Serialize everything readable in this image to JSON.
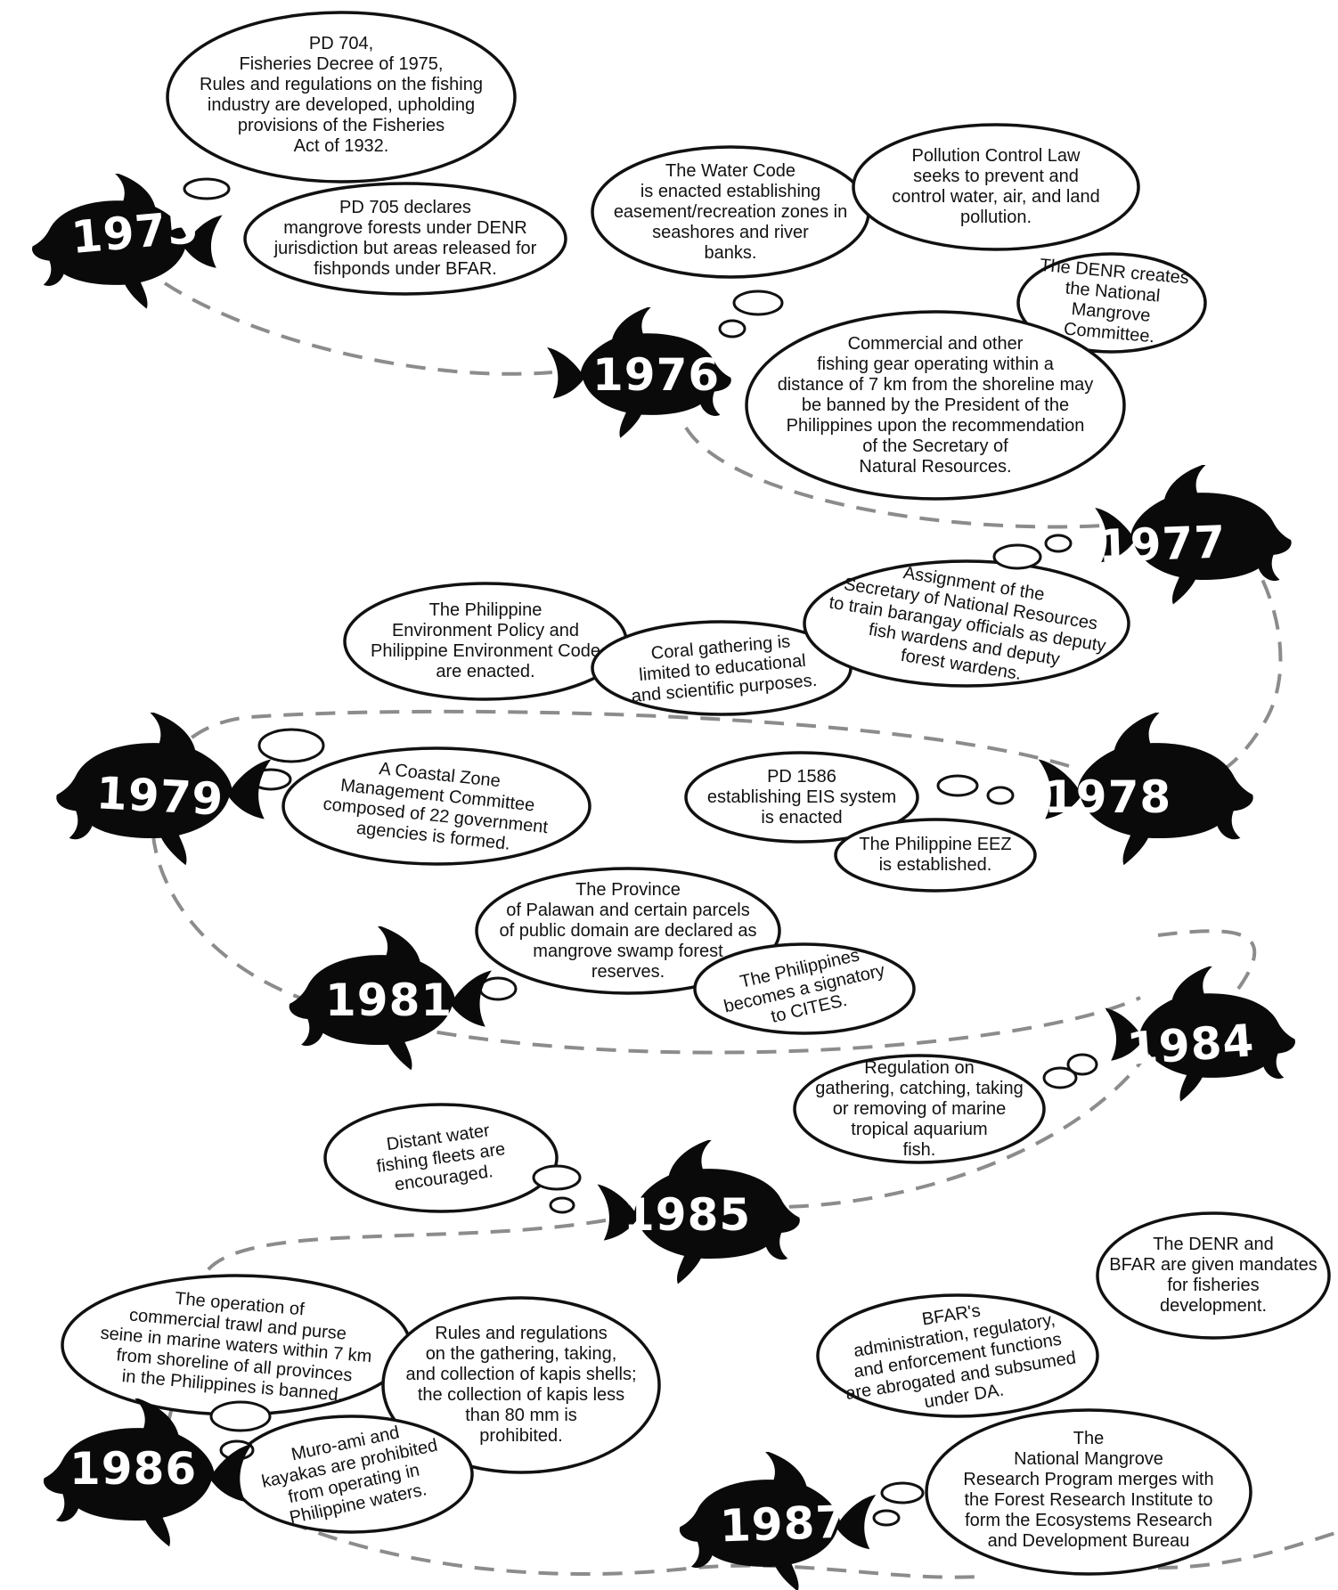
{
  "years": [
    "1975",
    "1976",
    "1977",
    "1978",
    "1979",
    "1981",
    "1984",
    "1985",
    "1986",
    "1987"
  ],
  "events": {
    "e1975a": "PD 704,\nFisheries Decree of 1975,\nRules and regulations on the fishing\nindustry are developed, upholding\nprovisions of the Fisheries\nAct of 1932.",
    "e1975b": "PD 705 declares\nmangrove forests under DENR\njurisdiction but areas released for\nfishponds under BFAR.",
    "e1976a": "The Water Code\nis enacted establishing\neasement/recreation zones in\nseashores and river\nbanks.",
    "e1976b": "Pollution Control Law\nseeks to prevent and\ncontrol water, air, and land\npollution.",
    "e1976c": "The DENR creates\nthe National Mangrove\nCommittee.",
    "e1976d": "Commercial and other\nfishing gear operating within a\ndistance of 7 km from the shoreline may\nbe banned by the President of the\nPhilippines upon the recommendation\nof the Secretary of\nNatural Resources.",
    "e1977a": "The Philippine\nEnvironment Policy and\nPhilippine Environment Code\nare enacted.",
    "e1977b": "Coral gathering is\nlimited to educational\nand scientific purposes.",
    "e1977c": "Assignment of the\nSecretary of National Resources\nto train barangay officials as deputy\nfish wardens and deputy\nforest wardens.",
    "e1979a": "A Coastal Zone\nManagement Committee\ncomposed of 22 government\nagencies is formed.",
    "e1978a": "PD 1586\nestablishing EIS system\nis enacted",
    "e1978b": "The Philippine EEZ\nis established.",
    "e1981a": "The Province\nof Palawan and certain parcels\nof public domain are declared as\nmangrove swamp forest\nreserves.",
    "e1981b": "The Philippines\nbecomes a signatory\nto CITES.",
    "e1984a": "Regulation on\ngathering, catching, taking\nor removing of marine\ntropical aquarium\nfish.",
    "e1985a": "Distant water\nfishing fleets are\nencouraged.",
    "e1986a": "The operation of\ncommercial trawl and purse\nseine in marine waters within 7 km\nfrom shoreline of all provinces\nin the Philippines is banned.",
    "e1986b": "Rules and regulations\non the gathering, taking,\nand collection of kapis shells;\nthe collection of kapis less\nthan 80 mm is\nprohibited.",
    "e1986c": "Muro-ami and\nkayakas are prohibited\nfrom operating in\nPhilippine waters.",
    "e1987a": "The DENR and\nBFAR are given mandates\nfor fisheries\ndevelopment.",
    "e1987b": "BFAR's\nadministration, regulatory,\nand enforcement functions\nare abrogated and subsumed\nunder DA.",
    "e1987c": "The\nNational Mangrove\nResearch Program merges with\nthe Forest Research Institute to\nform the Ecosystems Research\nand Development Bureau"
  }
}
